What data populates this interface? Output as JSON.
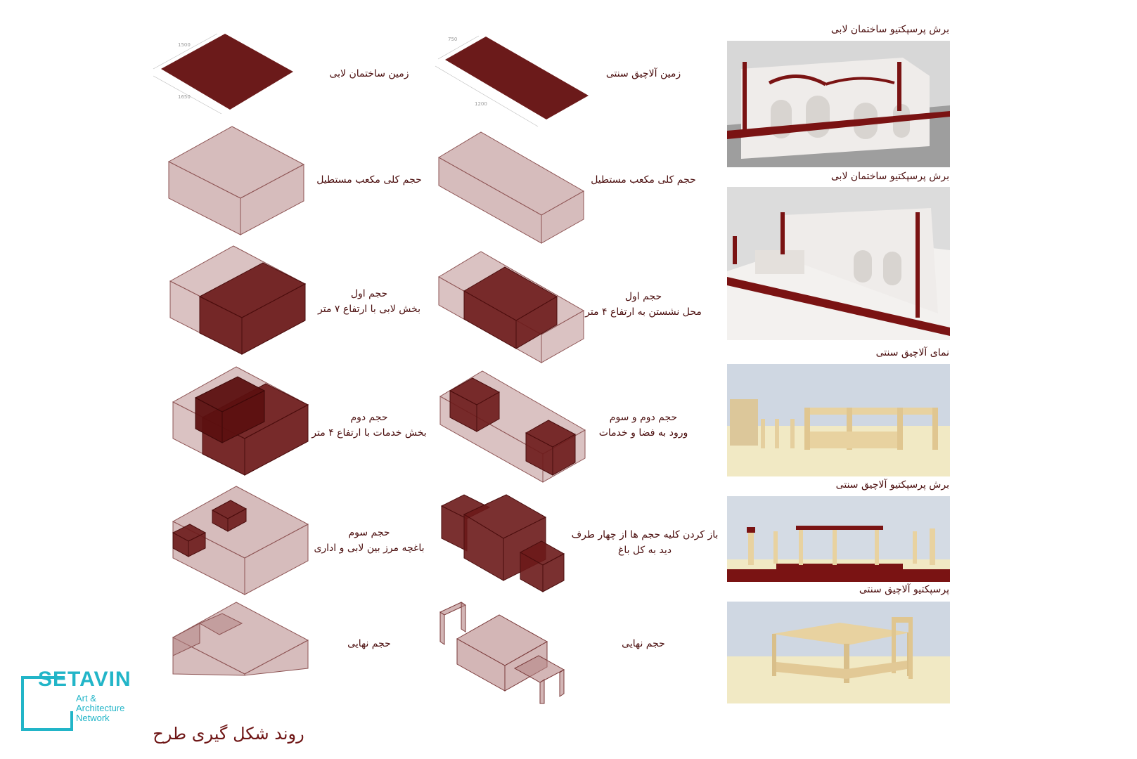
{
  "colors": {
    "dark_mass": "#6b1a1a",
    "transparent_mass": "#b58585",
    "render_wall": "#efecea",
    "render_section": "#7a1313",
    "render_sand": "#f1e9c4",
    "render_sky": "#cfd7e2",
    "logo": "#22b5c8"
  },
  "logo": {
    "brand": "SETAVIN",
    "line1": "Art &",
    "line2": "Architecture",
    "line3": "Network"
  },
  "main_title": "روند شکل گیری طرح",
  "lobby_column": {
    "step1": "زمین ساختمان لابی",
    "step2": "حجم کلی مکعب مستطیل",
    "step3": {
      "line1": "حجم اول",
      "line2": "بخش لابی با ارتفاع ۷ متر"
    },
    "step4": {
      "line1": "حجم دوم",
      "line2": "بخش خدمات با ارتفاع ۴ متر"
    },
    "step5": {
      "line1": "حجم سوم",
      "line2": "باغچه مرز بین لابی و اداری"
    },
    "step6": "حجم نهایی",
    "site_dims": [
      "1500",
      "1650"
    ]
  },
  "gazebo_column": {
    "step1": "زمین آلاچیق سنتی",
    "step2": "حجم کلی مکعب مستطیل",
    "step3": {
      "line1": "حجم اول",
      "line2": "محل نشستن به ارتفاع ۴ متر"
    },
    "step4": {
      "line1": "حجم دوم و سوم",
      "line2": "ورود به فضا و خدمات"
    },
    "step5": {
      "line1": "باز کردن کلیه حجم ها از چهار طرف",
      "line2": "دید به کل باغ"
    },
    "step6": "حجم نهایی",
    "site_dims": [
      "750",
      "1200"
    ]
  },
  "renders": {
    "r1": "برش پرسپکتیو ساختمان لابی",
    "r2": "برش پرسپکتیو ساختمان لابی",
    "r3": "نمای آلاچیق سنتی",
    "r4": "برش پرسپکتیو آلاچیق سنتی",
    "r5": "پرسپکتیو آلاچیق سنتی"
  }
}
